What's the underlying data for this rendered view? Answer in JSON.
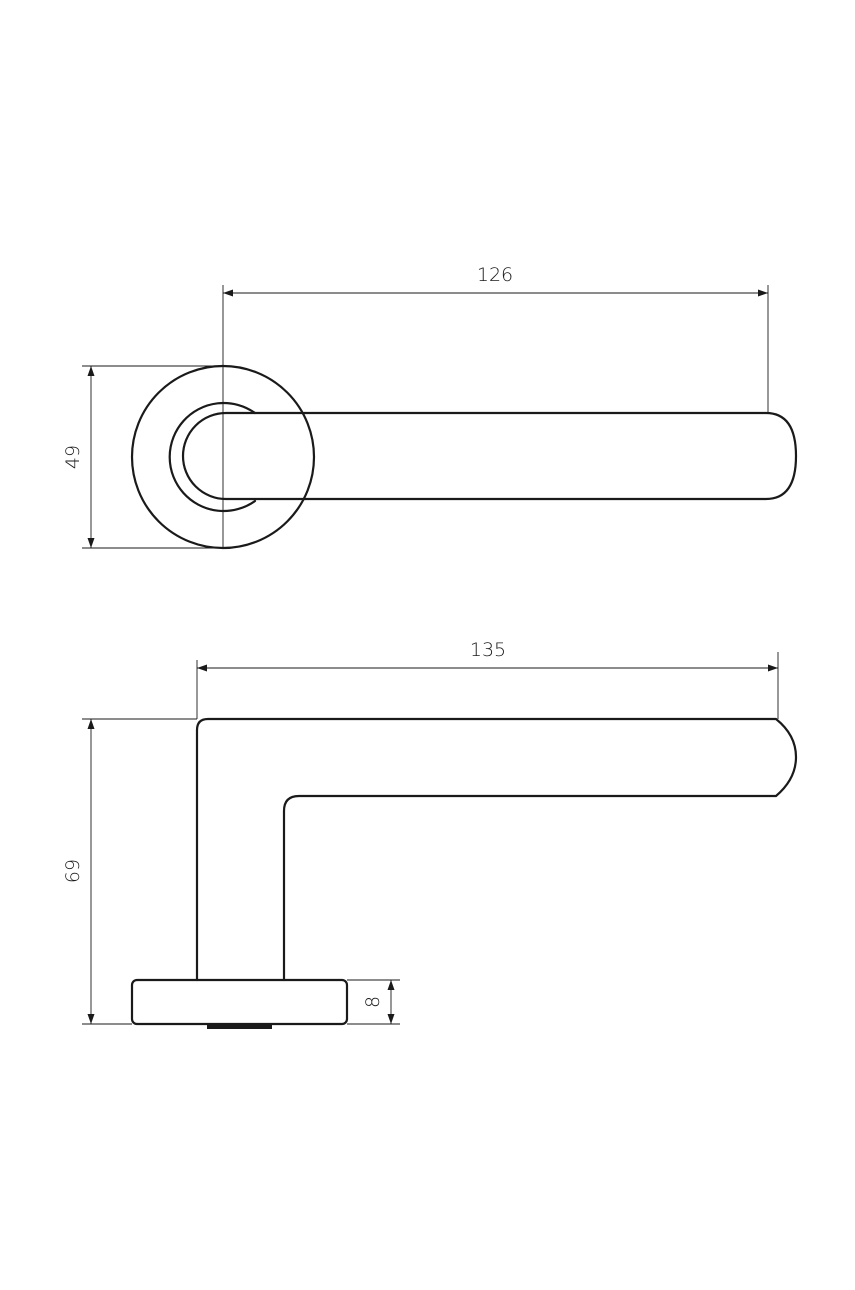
{
  "dimensions": {
    "top_length": "126",
    "top_height": "49",
    "side_length": "135",
    "side_height": "69",
    "rose_thickness": "8"
  }
}
